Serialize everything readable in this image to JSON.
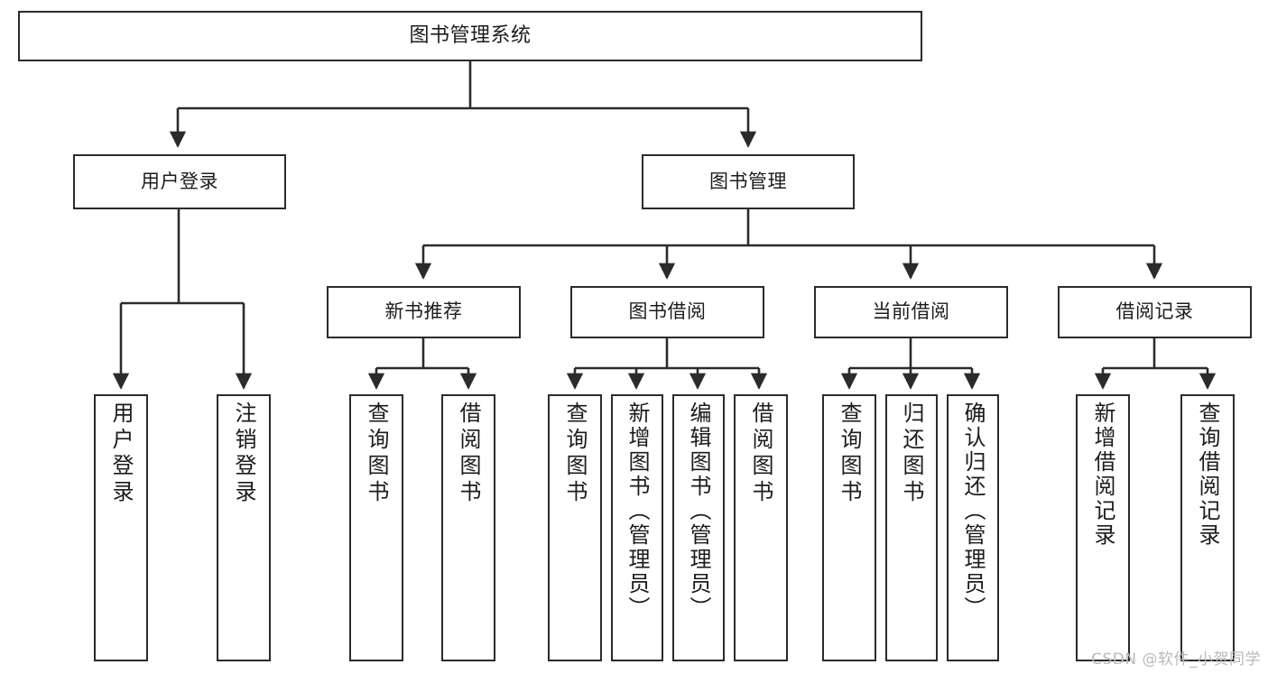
{
  "diagram": {
    "type": "tree",
    "title": "图书管理系统",
    "orientation": "top-down",
    "line_color": "#2b2b2b",
    "box_fill": "#ffffff",
    "box_border": "#2b2b2b",
    "text_color": "#1c1c1c"
  },
  "root": {
    "label": "图书管理系统"
  },
  "level2": [
    {
      "label": "用户登录"
    },
    {
      "label": "图书管理"
    }
  ],
  "level3": [
    {
      "label": "新书推荐"
    },
    {
      "label": "图书借阅"
    },
    {
      "label": "当前借阅"
    },
    {
      "label": "借阅记录"
    }
  ],
  "leaves": {
    "user_login": [
      {
        "label": "用户登录"
      },
      {
        "label": "注销登录"
      }
    ],
    "new_book_recommend": [
      {
        "label": "查询图书"
      },
      {
        "label": "借阅图书"
      }
    ],
    "book_borrow": [
      {
        "label": "查询图书"
      },
      {
        "label": "新增图书（管理员）"
      },
      {
        "label": "编辑图书（管理员）"
      },
      {
        "label": "借阅图书"
      }
    ],
    "current_borrow": [
      {
        "label": "查询图书"
      },
      {
        "label": "归还图书"
      },
      {
        "label": "确认归还（管理员）"
      }
    ],
    "borrow_record": [
      {
        "label": "新增借阅记录"
      },
      {
        "label": "查询借阅记录"
      }
    ]
  },
  "watermark": {
    "text": "CSDN @软件_小贺同学"
  }
}
